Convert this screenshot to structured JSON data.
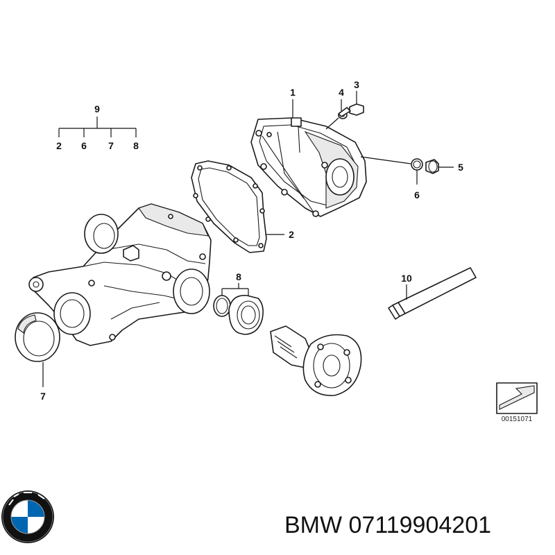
{
  "callouts": {
    "c1": "1",
    "c2a": "2",
    "c2b": "2",
    "c3": "3",
    "c4": "4",
    "c5": "5",
    "c6a": "6",
    "c6b": "6",
    "c7a": "7",
    "c7b": "7",
    "c8a": "8",
    "c8b": "8",
    "c9": "9",
    "c10": "10"
  },
  "reference_code": "00151071",
  "caption": "BMW 07119904201",
  "logo": {
    "name": "bmw-logo",
    "colors": [
      "#0066b1",
      "#ffffff",
      "#111111"
    ]
  }
}
